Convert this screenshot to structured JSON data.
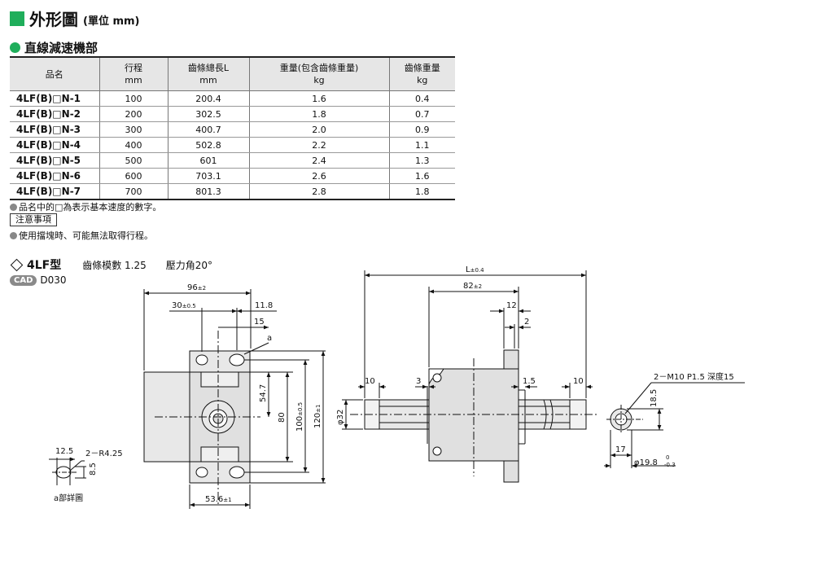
{
  "header": {
    "title": "外形圖",
    "unit": "(單位 mm)"
  },
  "section": {
    "title": "直線減速機部"
  },
  "table": {
    "headers": [
      [
        "品名",
        ""
      ],
      [
        "行程",
        "mm"
      ],
      [
        "齒條總長L",
        "mm"
      ],
      [
        "重量(包含齒條重量)",
        "kg"
      ],
      [
        "齒條重量",
        "kg"
      ]
    ],
    "rows": [
      [
        "4LF(B)□N-1",
        "100",
        "200.4",
        "1.6",
        "0.4"
      ],
      [
        "4LF(B)□N-2",
        "200",
        "302.5",
        "1.8",
        "0.7"
      ],
      [
        "4LF(B)□N-3",
        "300",
        "400.7",
        "2.0",
        "0.9"
      ],
      [
        "4LF(B)□N-4",
        "400",
        "502.8",
        "2.2",
        "1.1"
      ],
      [
        "4LF(B)□N-5",
        "500",
        "601",
        "2.4",
        "1.3"
      ],
      [
        "4LF(B)□N-6",
        "600",
        "703.1",
        "2.6",
        "1.6"
      ],
      [
        "4LF(B)□N-7",
        "700",
        "801.3",
        "2.8",
        "1.8"
      ]
    ]
  },
  "notes": {
    "note1": "品名中的□為表示基本速度的數字。",
    "caution_label": "注意事項",
    "note2": "使用擋塊時、可能無法取得行程。"
  },
  "type_line": {
    "name": "4LF型",
    "module": "齒條模數 1.25",
    "angle": "壓力角20°"
  },
  "cad": {
    "badge": "CAD",
    "code": "D030"
  },
  "drawing": {
    "front": {
      "w96": "96",
      "w96_tol": "±2",
      "w30": "30",
      "w30_tol": "±0.5",
      "w11_8": "11.8",
      "w15": "15",
      "label_a": "a",
      "h54_7": "54.7",
      "h80": "80",
      "h100": "100",
      "h100_tol": "±0.5",
      "h120": "120",
      "h120_tol": "±1",
      "w53_6": "53.6",
      "w53_6_tol": "±1"
    },
    "detail": {
      "w12_5": "12.5",
      "r": "2－R4.25",
      "h8_5": "8.5",
      "caption": "a部詳圖"
    },
    "side": {
      "L": "L",
      "L_tol": "±0.4",
      "w82": "82",
      "w82_tol": "±2",
      "w12": "12",
      "w2": "2",
      "w10a": "10",
      "w3": "3",
      "w1_5": "1.5",
      "w10b": "10",
      "d32": "φ32"
    },
    "end": {
      "thread": "2－M10 P1.5 深度15",
      "h18_5": "18.5",
      "w17": "17",
      "d19_8": "φ19.8",
      "d19_8_up": "0",
      "d19_8_lo": "-0.3"
    }
  }
}
